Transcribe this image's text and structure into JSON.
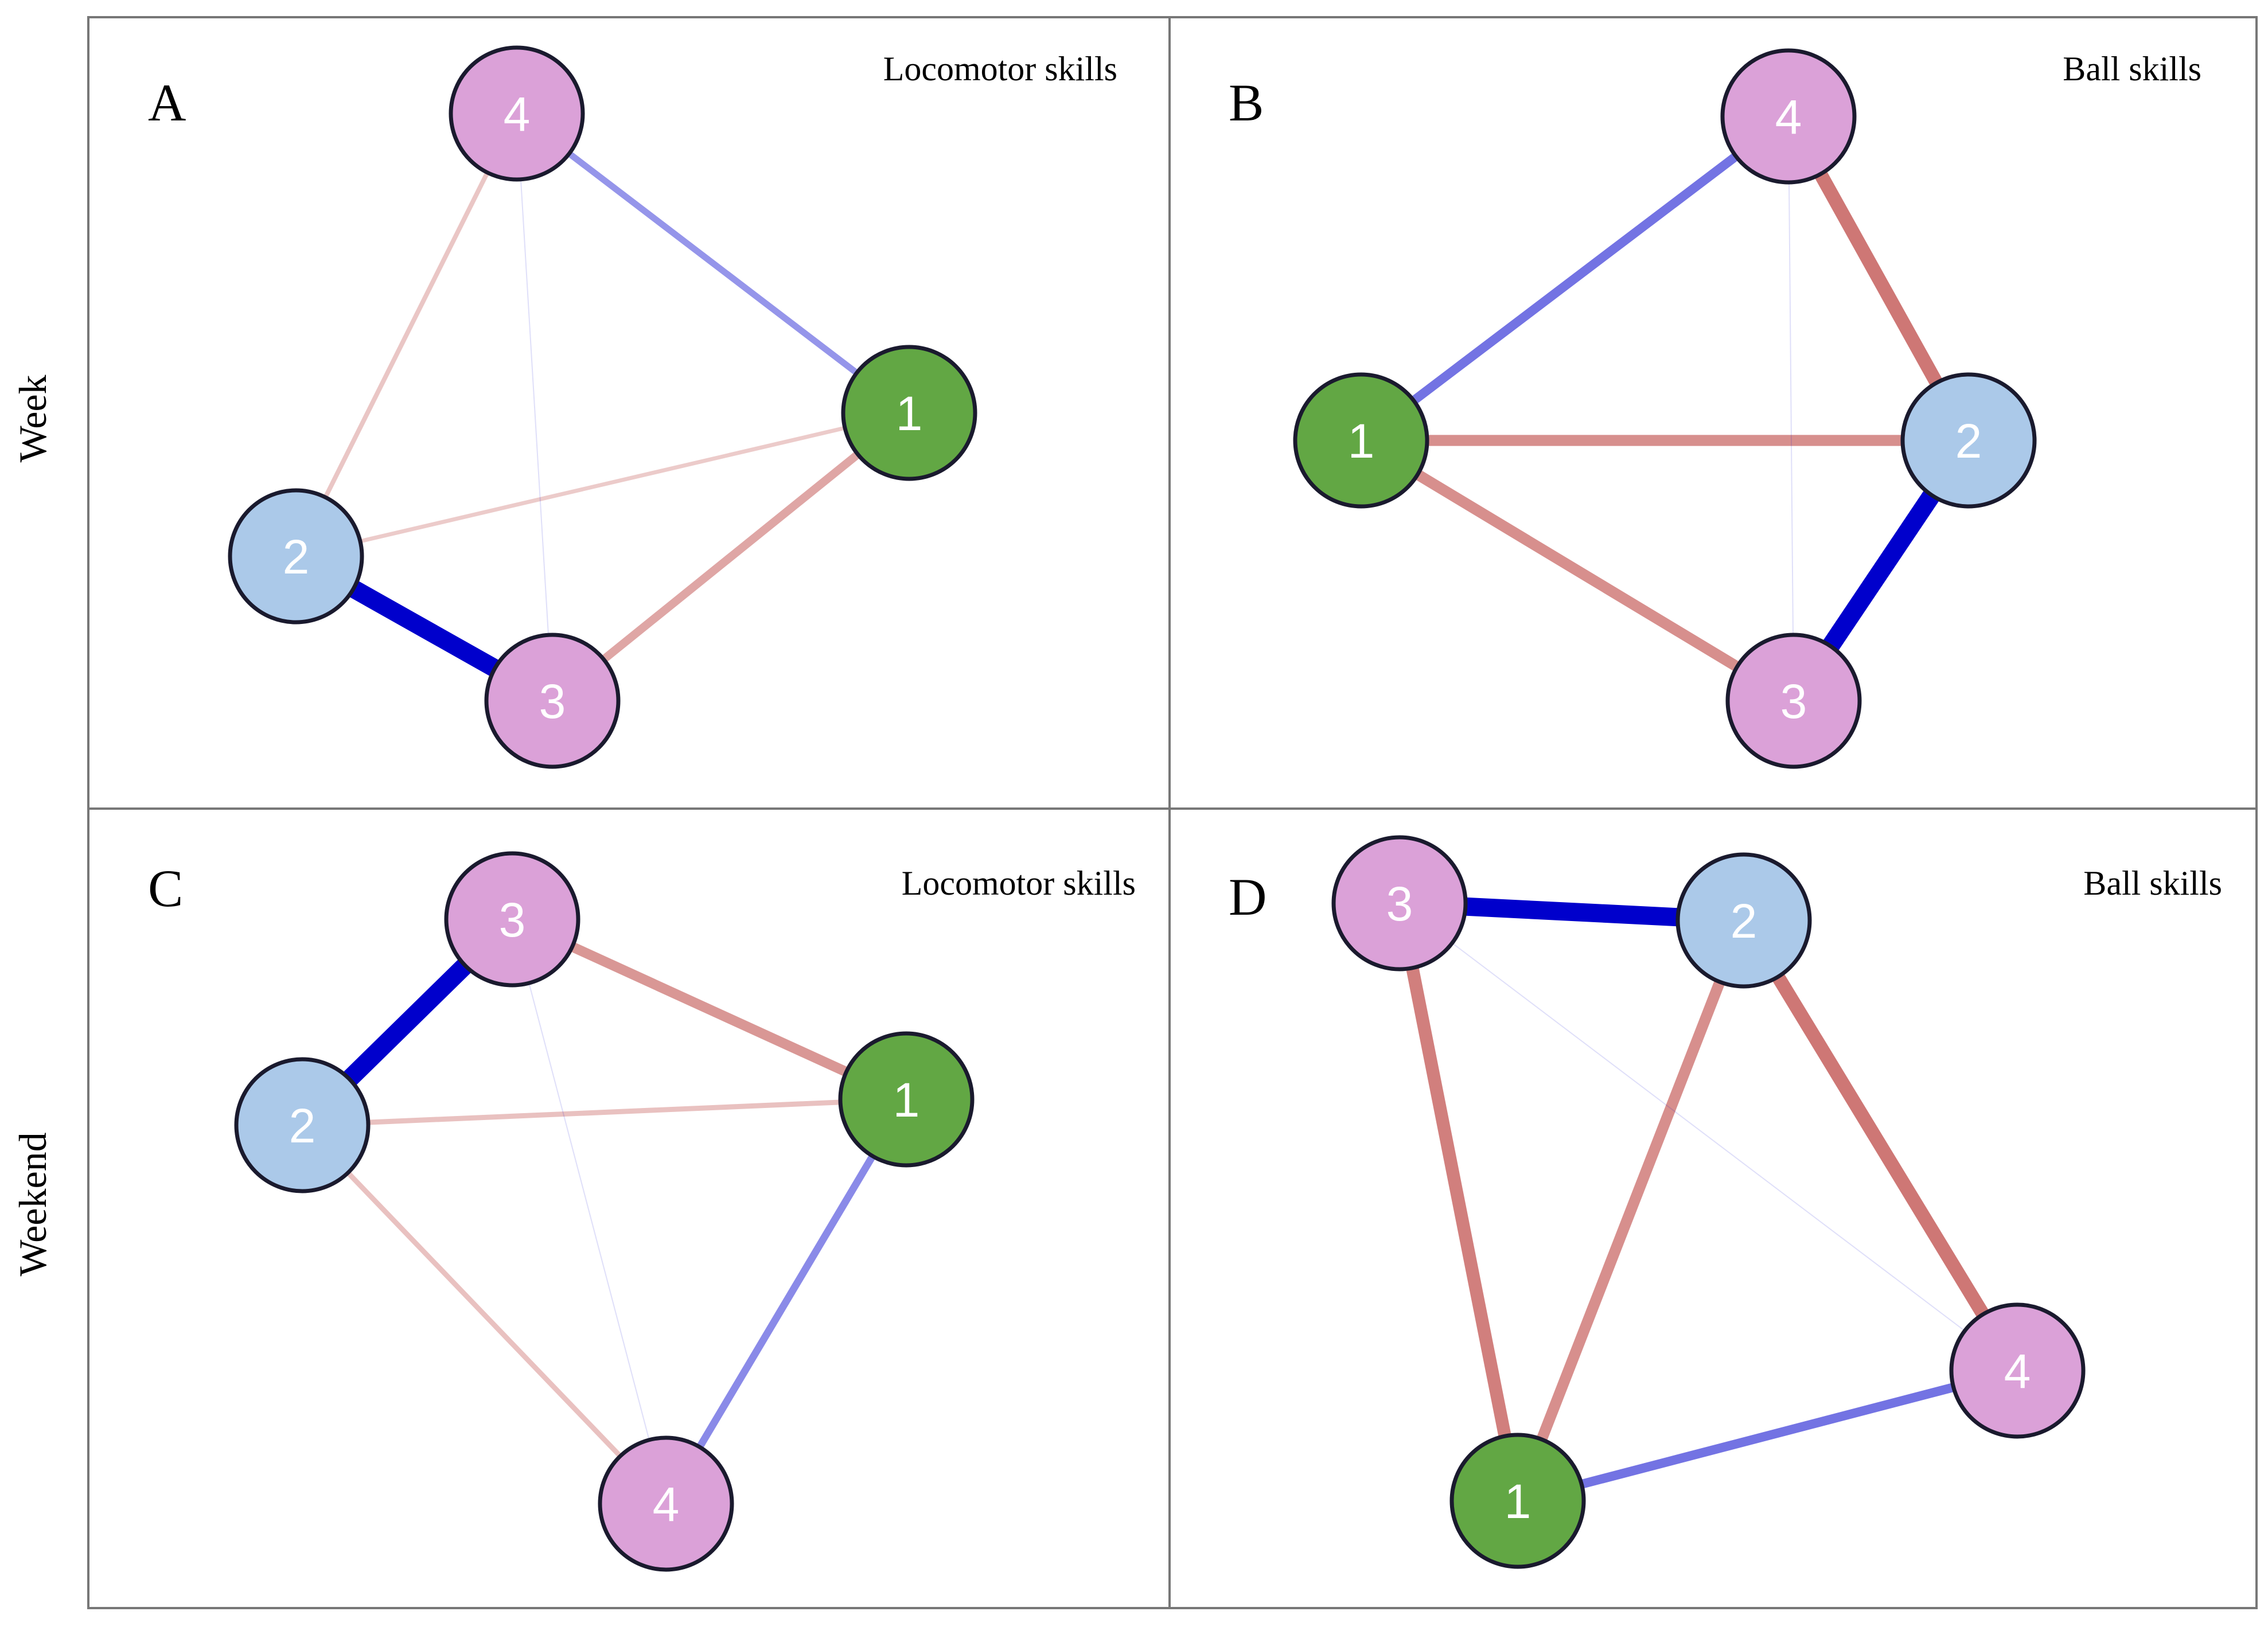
{
  "rows": [
    {
      "id": "week",
      "label": "Week"
    },
    {
      "id": "weekend",
      "label": "Weekend"
    }
  ],
  "colors": {
    "node_1": "#62a744",
    "node_2": "#abc9e9",
    "node_3": "#dba1d8",
    "node_4": "#dba1d8",
    "node_stroke": "#1a1a2e",
    "edge_positive": "#0000cc",
    "edge_negative": "#c0504d",
    "panel_border": "#777777"
  },
  "panels": [
    {
      "id": "A",
      "letter": "A",
      "title": "Locomotor skills",
      "row": "Week",
      "nodes": [
        {
          "id": "1",
          "label": "1",
          "color": "green"
        },
        {
          "id": "2",
          "label": "2",
          "color": "light-blue"
        },
        {
          "id": "3",
          "label": "3",
          "color": "pink"
        },
        {
          "id": "4",
          "label": "4",
          "color": "pink"
        }
      ],
      "edges": [
        {
          "from": "2",
          "to": "3",
          "sign": "positive",
          "weight": 1.0
        },
        {
          "from": "4",
          "to": "1",
          "sign": "positive",
          "weight": 0.35
        },
        {
          "from": "3",
          "to": "1",
          "sign": "negative",
          "weight": 0.45
        },
        {
          "from": "4",
          "to": "2",
          "sign": "negative",
          "weight": 0.25
        },
        {
          "from": "2",
          "to": "1",
          "sign": "negative",
          "weight": 0.22
        },
        {
          "from": "4",
          "to": "3",
          "sign": "positive",
          "weight": 0.03
        }
      ]
    },
    {
      "id": "B",
      "letter": "B",
      "title": "Ball skills",
      "row": "Week",
      "nodes": [
        {
          "id": "1",
          "label": "1",
          "color": "green"
        },
        {
          "id": "2",
          "label": "2",
          "color": "light-blue"
        },
        {
          "id": "3",
          "label": "3",
          "color": "pink"
        },
        {
          "id": "4",
          "label": "4",
          "color": "pink"
        }
      ],
      "edges": [
        {
          "from": "2",
          "to": "3",
          "sign": "positive",
          "weight": 1.0
        },
        {
          "from": "1",
          "to": "4",
          "sign": "positive",
          "weight": 0.5
        },
        {
          "from": "4",
          "to": "2",
          "sign": "negative",
          "weight": 0.75
        },
        {
          "from": "1",
          "to": "2",
          "sign": "negative",
          "weight": 0.6
        },
        {
          "from": "1",
          "to": "3",
          "sign": "negative",
          "weight": 0.6
        },
        {
          "from": "4",
          "to": "3",
          "sign": "positive",
          "weight": 0.03
        }
      ]
    },
    {
      "id": "C",
      "letter": "C",
      "title": "Locomotor skills",
      "row": "Weekend",
      "nodes": [
        {
          "id": "1",
          "label": "1",
          "color": "green"
        },
        {
          "id": "2",
          "label": "2",
          "color": "light-blue"
        },
        {
          "id": "3",
          "label": "3",
          "color": "pink"
        },
        {
          "id": "4",
          "label": "4",
          "color": "pink"
        }
      ],
      "edges": [
        {
          "from": "2",
          "to": "3",
          "sign": "positive",
          "weight": 1.0
        },
        {
          "from": "3",
          "to": "1",
          "sign": "negative",
          "weight": 0.55
        },
        {
          "from": "1",
          "to": "4",
          "sign": "positive",
          "weight": 0.4
        },
        {
          "from": "2",
          "to": "1",
          "sign": "negative",
          "weight": 0.28
        },
        {
          "from": "2",
          "to": "4",
          "sign": "negative",
          "weight": 0.28
        },
        {
          "from": "3",
          "to": "4",
          "sign": "positive",
          "weight": 0.03
        }
      ]
    },
    {
      "id": "D",
      "letter": "D",
      "title": "Ball skills",
      "row": "Weekend",
      "nodes": [
        {
          "id": "1",
          "label": "1",
          "color": "green"
        },
        {
          "id": "2",
          "label": "2",
          "color": "light-blue"
        },
        {
          "id": "3",
          "label": "3",
          "color": "pink"
        },
        {
          "id": "4",
          "label": "4",
          "color": "pink"
        }
      ],
      "edges": [
        {
          "from": "3",
          "to": "2",
          "sign": "positive",
          "weight": 1.0
        },
        {
          "from": "2",
          "to": "4",
          "sign": "negative",
          "weight": 0.75
        },
        {
          "from": "3",
          "to": "1",
          "sign": "negative",
          "weight": 0.7
        },
        {
          "from": "2",
          "to": "1",
          "sign": "negative",
          "weight": 0.6
        },
        {
          "from": "1",
          "to": "4",
          "sign": "positive",
          "weight": 0.5
        },
        {
          "from": "3",
          "to": "4",
          "sign": "positive",
          "weight": 0.03
        }
      ]
    }
  ]
}
